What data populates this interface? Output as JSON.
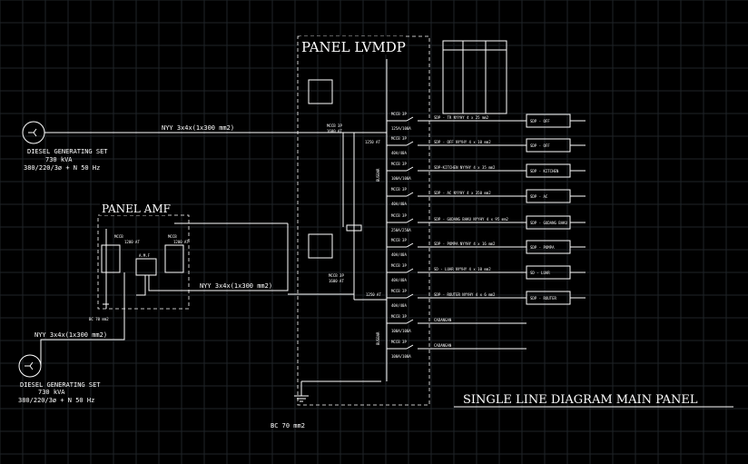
{
  "colors": {
    "background": "#000000",
    "line": "#ffffff",
    "grid": "#1f2428"
  },
  "panel_lvmdp": {
    "title": "PANEL LVMDP"
  },
  "panel_amf": {
    "title": "PANEL AMF",
    "mccb1": "MCCB",
    "mccb2": "MCCB",
    "rating1": "1200 AT",
    "rating2": "1200 AT",
    "amf_label": "A.M.F"
  },
  "generator1": {
    "name": "DIESEL GENERATING SET",
    "kva": "730 kVA",
    "voltage": "380/220/3ø + N 50 Hz",
    "cable": "NYY 3x4x(1x300 mm2)"
  },
  "generator2": {
    "name": "DIESEL GENERATING SET",
    "kva": "730 kVA",
    "voltage": "380/220/3ø + N 50 Hz",
    "cable": "NYY 3x4x(1x300 mm2)"
  },
  "amf_cable": "NYY 3x4x(1x300 mm2)",
  "grounding": {
    "label": "BC 70 mm2"
  },
  "amf_grounding": "BC 70 mm2",
  "diagram_title": "SINGLE LINE DIAGRAM MAIN PANEL",
  "busbar_labels": [
    "BUSBAR",
    "BUSBAR"
  ],
  "breaker_labels": [
    "1250 AT",
    "1250 AT"
  ],
  "incoming_labels": [
    "MCCB 3P",
    "1600 AT"
  ],
  "feeders": [
    {
      "mccb": "MCCB 3P",
      "rating": "125A/100A",
      "label": "SDP - TR  NYYHY 4 x 25 mm2",
      "box": "SDP - OFF"
    },
    {
      "mccb": "MCCB 3P",
      "rating": "40A/40A",
      "label": "SDP - OFF  NYYHY 4 x 10 mm2",
      "box": "SDP - OFF"
    },
    {
      "mccb": "MCCB 3P",
      "rating": "100A/100A",
      "label": "SDP-KITCHEN  NYYHY 4 x 35 mm2",
      "box": "SDP - KITCHEN"
    },
    {
      "mccb": "MCCB 3P",
      "rating": "40A/40A",
      "label": "SDP - AC  NYYHY 4 x 350 mm2",
      "box": "SDP - AC"
    },
    {
      "mccb": "MCCB 3P",
      "rating": "250A/250A",
      "label": "SDP - GUDANG BAKU  NYYHY 4 x 95 mm2",
      "box": "SDP - GUDANG BAKU"
    },
    {
      "mccb": "MCCB 3P",
      "rating": "40A/40A",
      "label": "SDP - POMPA  NYYHY 4 x 16 mm2",
      "box": "SDP - POMPA"
    },
    {
      "mccb": "MCCB 3P",
      "rating": "40A/40A",
      "label": "SD - LUAR  NYYHY 4 x 10 mm2",
      "box": "SD - LUAR"
    },
    {
      "mccb": "MCCB 3P",
      "rating": "40A/40A",
      "label": "SDP - ROUTER  NYYHY 4 x 6 mm2",
      "box": "SDP - ROUTER"
    },
    {
      "mccb": "MCCB 3P",
      "rating": "100A/100A",
      "label": "CADANGAN",
      "box": ""
    },
    {
      "mccb": "MCCB 3P",
      "rating": "100A/100A",
      "label": "CADANGAN",
      "box": ""
    }
  ]
}
